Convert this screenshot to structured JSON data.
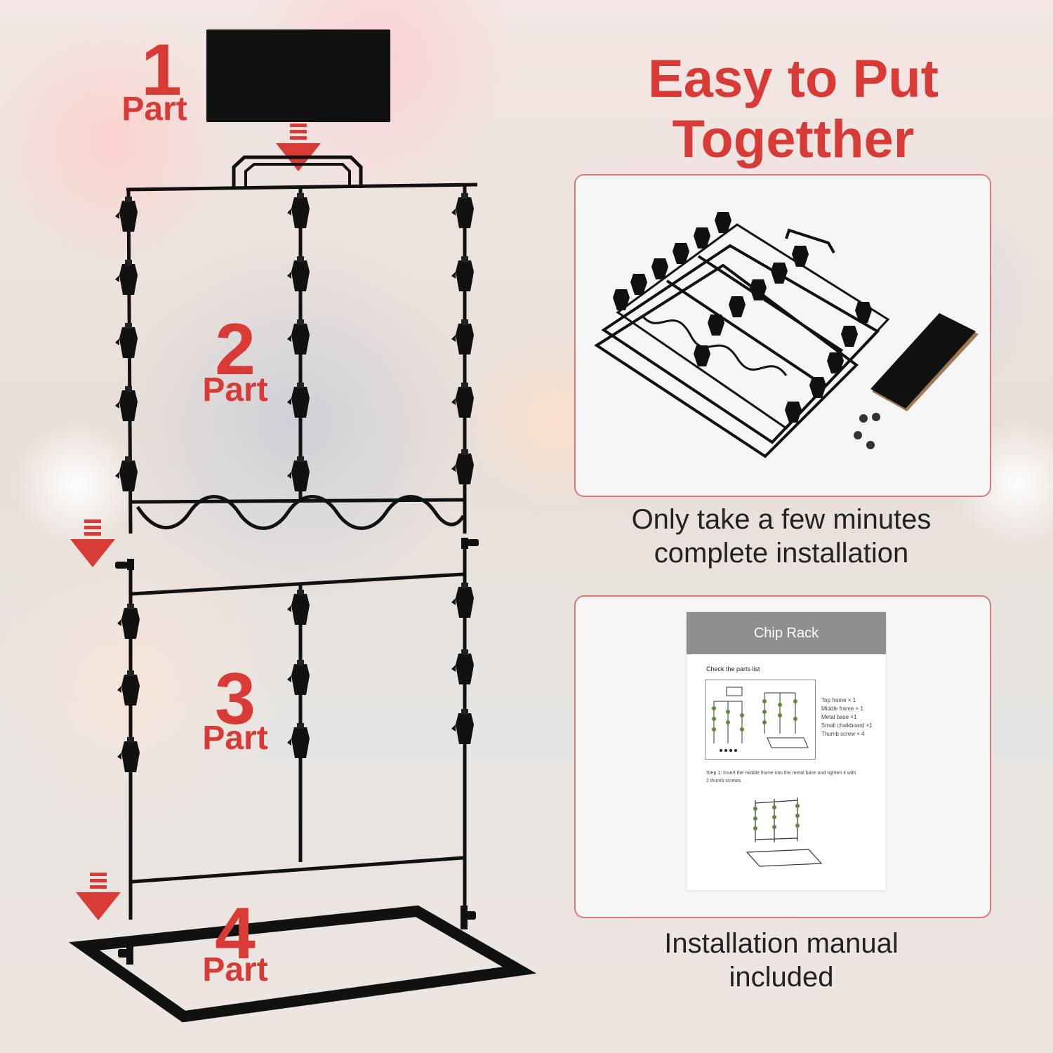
{
  "assembly": {
    "part1": {
      "number": "1",
      "label": "Part"
    },
    "part2": {
      "number": "2",
      "label": "Part"
    },
    "part3": {
      "number": "3",
      "label": "Part"
    },
    "part4": {
      "number": "4",
      "label": "Part"
    }
  },
  "headline": {
    "line1": "Easy to Put",
    "line2": "Togetther"
  },
  "card1": {
    "caption_line1": "Only take a few minutes",
    "caption_line2": "complete installation"
  },
  "card2": {
    "caption_line1": "Installation manual",
    "caption_line2": "included",
    "manual": {
      "title": "Chip Rack",
      "section": "Check the parts list",
      "parts": [
        "Top frame × 1",
        "Middle frame × 1",
        "Metal base ×1",
        "Small chalkboard ×1",
        "Thumb screw × 4"
      ],
      "step1_line1": "Step 1: Insert the middle frame into the metal base and tighten it with",
      "step1_line2": "2 thumb screws."
    }
  },
  "colors": {
    "accent": "#d83a36",
    "frame": "#111111",
    "card_border": "#d87a78"
  }
}
